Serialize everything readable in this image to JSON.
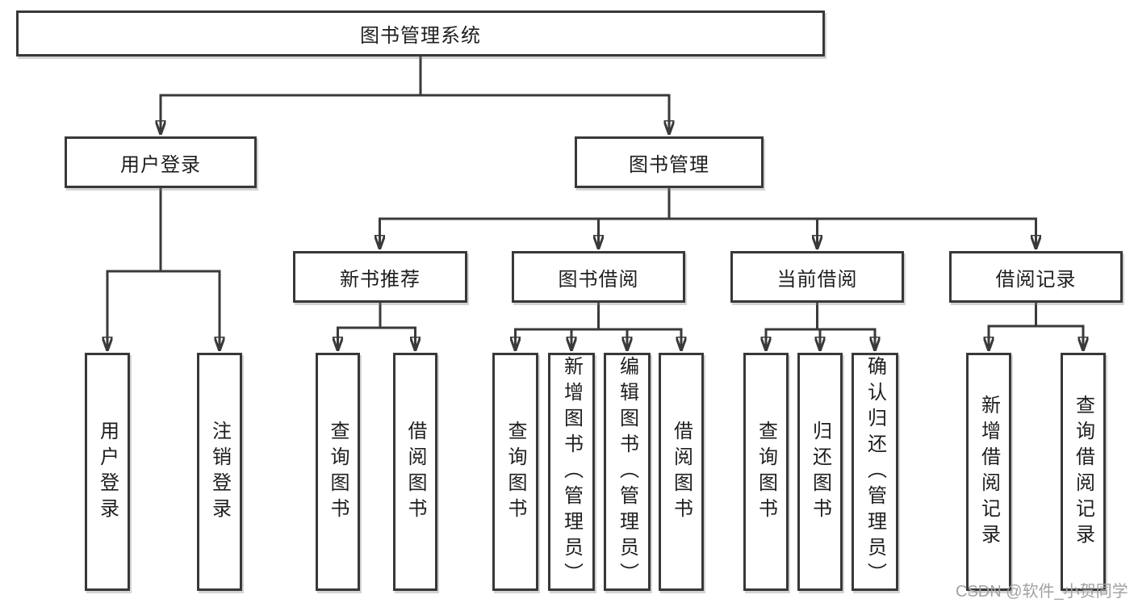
{
  "diagram": {
    "title": "图书管理系统",
    "watermark": "CSDN @软件_小贺同学",
    "colors": {
      "line": "#3a3a3a",
      "box_border": "#383838",
      "text": "#1e1e1e",
      "watermark": "#a2a2a4",
      "background": "#ffffff"
    },
    "nodes": {
      "root": {
        "label": "图书管理系统"
      },
      "user_login": {
        "label": "用户登录"
      },
      "book_mgmt": {
        "label": "图书管理"
      },
      "new_book_rec": {
        "label": "新书推荐"
      },
      "book_borrow": {
        "label": "图书借阅"
      },
      "current_borrow": {
        "label": "当前借阅"
      },
      "borrow_record": {
        "label": "借阅记录"
      },
      "leaf_user_login": {
        "label": "用户登录"
      },
      "leaf_logout": {
        "label": "注销登录"
      },
      "leaf_nb_search": {
        "label": "查询图书"
      },
      "leaf_nb_borrow": {
        "label": "借阅图书"
      },
      "leaf_bb_search": {
        "label": "查询图书"
      },
      "leaf_bb_add": {
        "label": "新增图书（管理员）"
      },
      "leaf_bb_edit": {
        "label": "编辑图书（管理员）"
      },
      "leaf_bb_borrow": {
        "label": "借阅图书"
      },
      "leaf_cb_search": {
        "label": "查询图书"
      },
      "leaf_cb_return": {
        "label": "归还图书"
      },
      "leaf_cb_confirm": {
        "label": "确认归还（管理员）"
      },
      "leaf_br_add": {
        "label": "新增借阅记录"
      },
      "leaf_br_search": {
        "label": "查询借阅记录"
      }
    },
    "hierarchy": [
      {
        "parent": "图书管理系统",
        "children": [
          "用户登录",
          "图书管理"
        ]
      },
      {
        "parent": "用户登录",
        "children": [
          "用户登录",
          "注销登录"
        ]
      },
      {
        "parent": "图书管理",
        "children": [
          "新书推荐",
          "图书借阅",
          "当前借阅",
          "借阅记录"
        ]
      },
      {
        "parent": "新书推荐",
        "children": [
          "查询图书",
          "借阅图书"
        ]
      },
      {
        "parent": "图书借阅",
        "children": [
          "查询图书",
          "新增图书（管理员）",
          "编辑图书（管理员）",
          "借阅图书"
        ]
      },
      {
        "parent": "当前借阅",
        "children": [
          "查询图书",
          "归还图书",
          "确认归还（管理员）"
        ]
      },
      {
        "parent": "借阅记录",
        "children": [
          "新增借阅记录",
          "查询借阅记录"
        ]
      }
    ]
  }
}
